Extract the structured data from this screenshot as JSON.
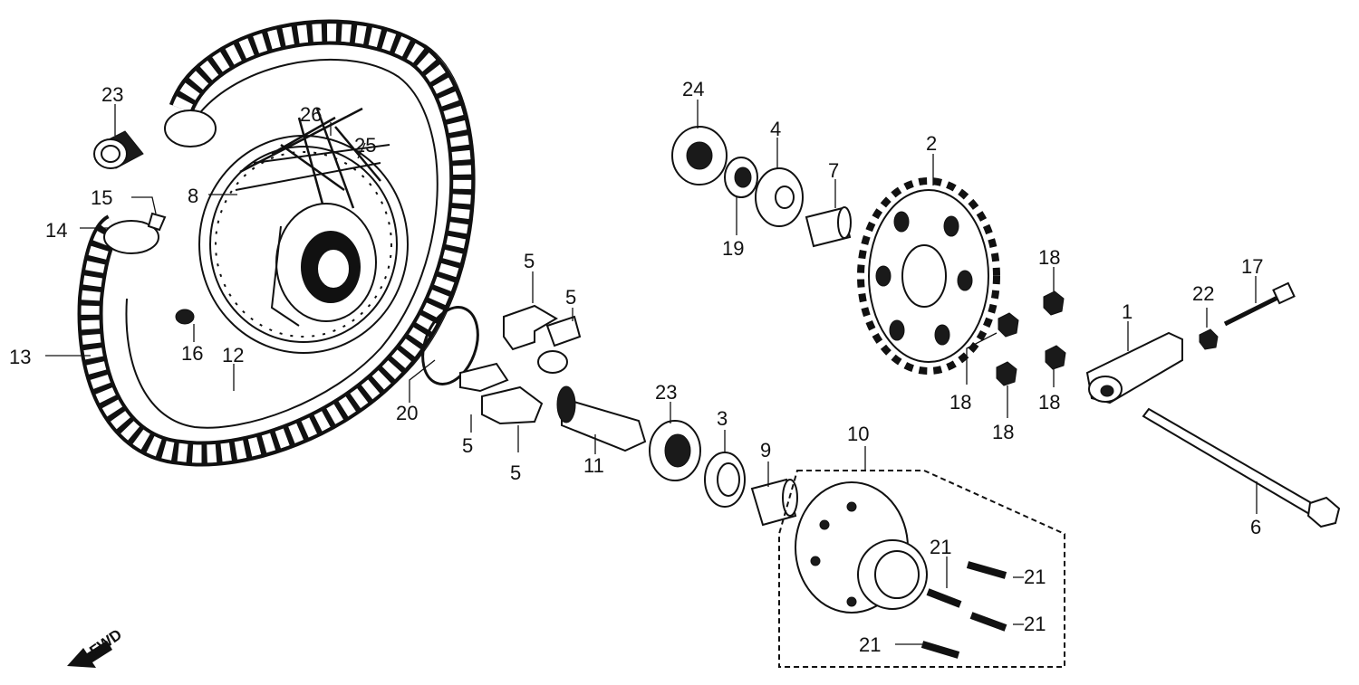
{
  "direction": "FWD",
  "callouts": {
    "c1": "1",
    "c2": "2",
    "c3": "3",
    "c4": "4",
    "c5a": "5",
    "c5b": "5",
    "c5c": "5",
    "c5d": "5",
    "c6": "6",
    "c7": "7",
    "c8": "8",
    "c9": "9",
    "c10": "10",
    "c11": "11",
    "c12": "12",
    "c13": "13",
    "c14": "14",
    "c15": "15",
    "c16": "16",
    "c17": "17",
    "c18a": "18",
    "c18b": "18",
    "c18c": "18",
    "c18d": "18",
    "c19": "19",
    "c20": "20",
    "c21a": "21",
    "c21b": "21",
    "c21c": "21",
    "c21d": "21",
    "c22": "22",
    "c23a": "23",
    "c23b": "23",
    "c24": "24",
    "c25": "25",
    "c26": "26"
  }
}
